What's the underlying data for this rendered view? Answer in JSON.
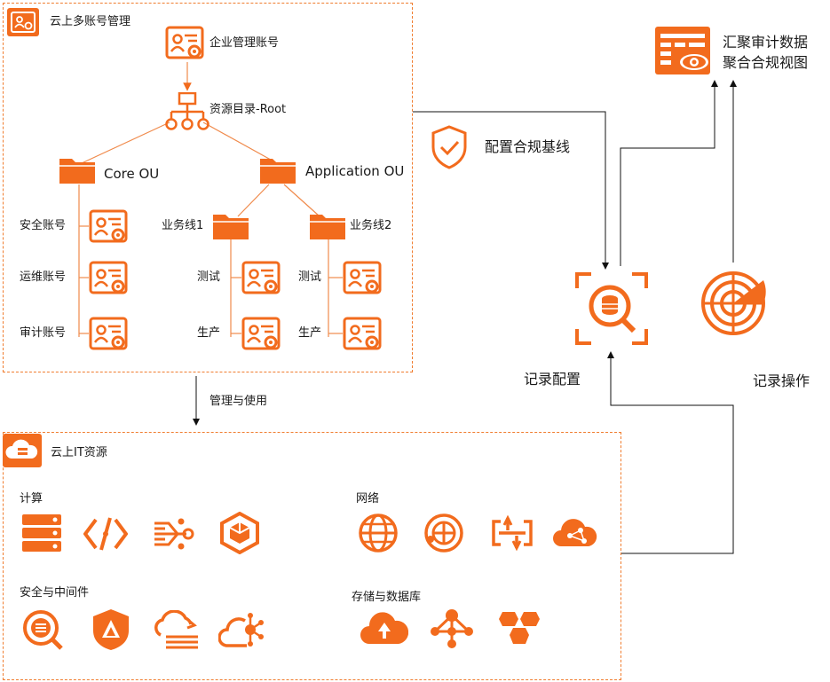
{
  "colors": {
    "accent": "#f26b1d",
    "line": "#f08a4b",
    "text": "#1a1a1a"
  },
  "top_group": {
    "title": "云上多账号管理",
    "enterprise_account": "企业管理账号",
    "root": "资源目录-Root",
    "core_ou": "Core OU",
    "application_ou": "Application OU",
    "security_account": "安全账号",
    "ops_account": "运维账号",
    "audit_account": "审计账号",
    "business_line_1": "业务线1",
    "business_line_2": "业务线2",
    "test_1": "测试",
    "prod_1": "生产",
    "test_2": "测试",
    "prod_2": "生产"
  },
  "manage_use": "管理与使用",
  "baseline": "配置合规基线",
  "aggregate": {
    "line1": "汇聚审计数据",
    "line2": "聚合合规视图"
  },
  "record_config": "记录配置",
  "record_ops": "记录操作",
  "it_group": {
    "title": "云上IT资源",
    "compute": "计算",
    "network": "网络",
    "security_middleware": "安全与中间件",
    "storage_db": "存储与数据库"
  }
}
